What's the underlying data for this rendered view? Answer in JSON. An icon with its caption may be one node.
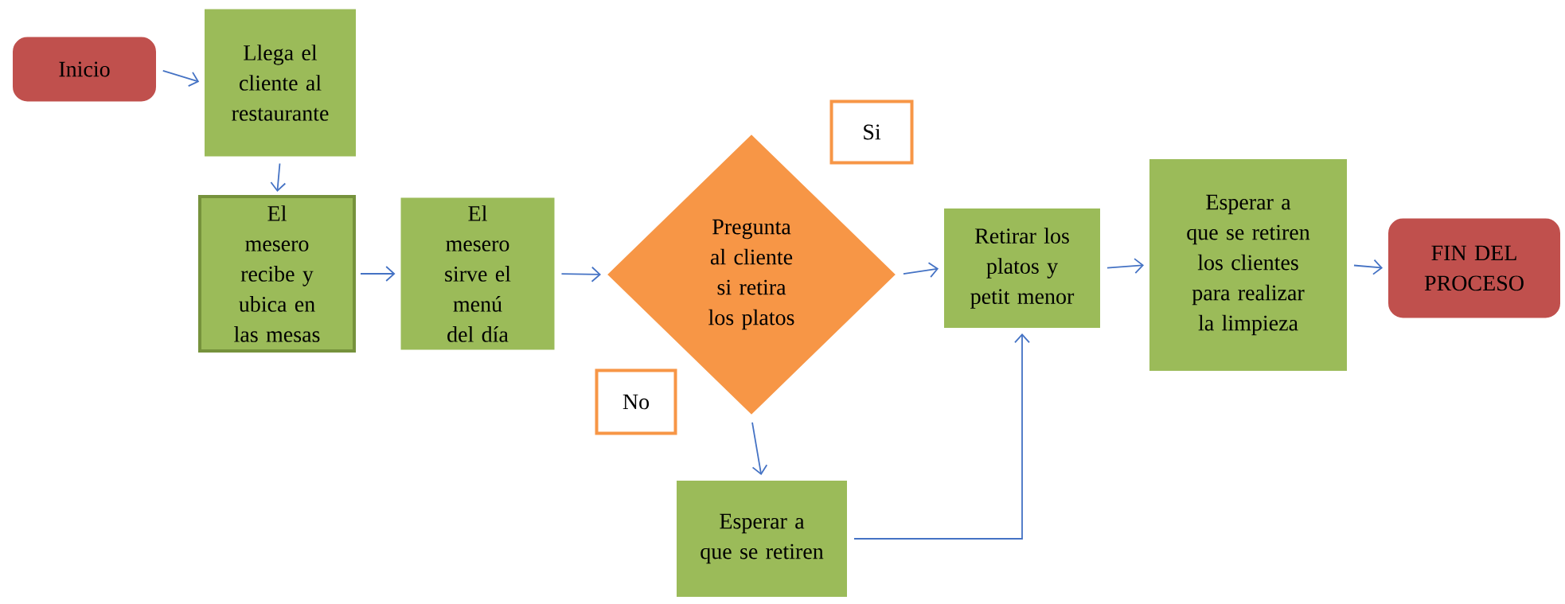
{
  "diagram": {
    "nodes": [
      {
        "text": [
          "Inicio"
        ]
      },
      {
        "text": [
          "Llega el cliente al restaurante"
        ]
      },
      {
        "text": [
          "El mesero recibe y ubica en las mesas"
        ]
      },
      {
        "text": [
          "El mesero sirve el menú del día"
        ]
      },
      {
        "text": [
          "Pregunta al cliente si retira los platos"
        ]
      },
      {
        "text": [
          "Si"
        ]
      },
      {
        "text": [
          "No"
        ]
      },
      {
        "text": [
          "Retirar los platos y petit menor"
        ]
      },
      {
        "text": [
          "Esperar a que se retiren los clientes para realizar la limpieza"
        ]
      },
      {
        "text": [
          "FIN DEL PROCESO"
        ]
      },
      {
        "text": [
          "Esperar a que se retiren"
        ]
      }
    ],
    "edges": [
      {
        "from": 0,
        "to": 1,
        "arrow": "to"
      },
      {
        "from": 1,
        "to": 2,
        "arrow": "to"
      },
      {
        "from": 2,
        "to": 3,
        "arrow": "to"
      },
      {
        "from": 3,
        "to": 4,
        "arrow": "to"
      },
      {
        "from": 4,
        "to": 7,
        "arrow": "to"
      },
      {
        "from": 4,
        "to": 10,
        "arrow": "to"
      },
      {
        "from": 10,
        "to": 7,
        "arrow": "to"
      },
      {
        "from": 7,
        "to": 8,
        "arrow": "to"
      },
      {
        "from": 8,
        "to": 9,
        "arrow": "to"
      }
    ]
  }
}
